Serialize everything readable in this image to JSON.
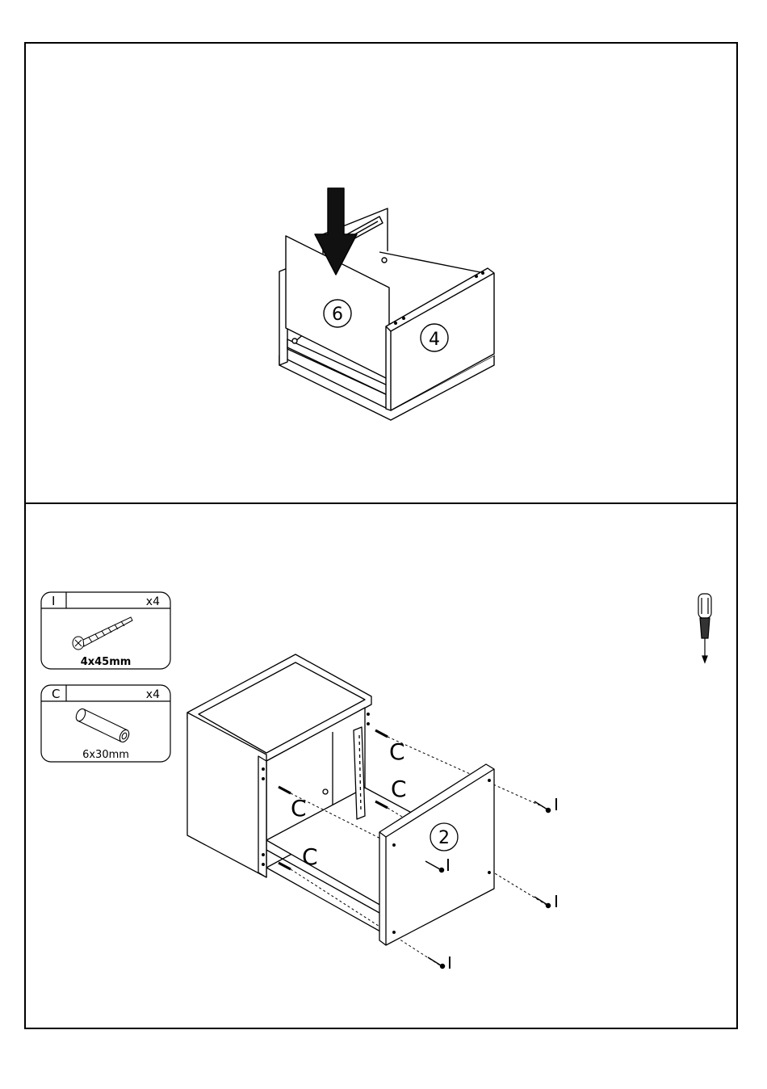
{
  "step1": {
    "panel_labels": {
      "panel_6": "6",
      "panel_4": "4"
    }
  },
  "step2": {
    "hardware": [
      {
        "letter": "I",
        "qty": "x4",
        "size": "4x45mm"
      },
      {
        "letter": "C",
        "qty": "x4",
        "size": "6x30mm"
      }
    ],
    "panel_2_label": "2",
    "dowel_labels": [
      "C",
      "C",
      "C",
      "C"
    ],
    "screw_labels": [
      "I",
      "I",
      "I",
      "I"
    ]
  },
  "tool_icon": "screwdriver-icon"
}
